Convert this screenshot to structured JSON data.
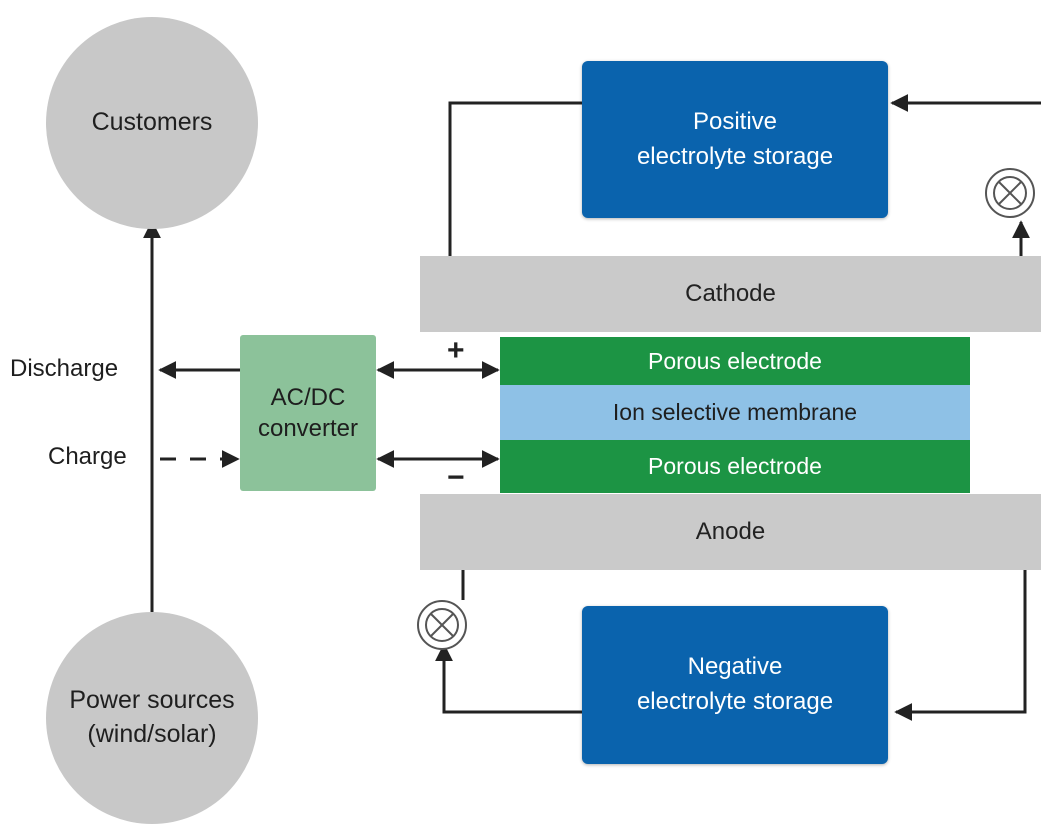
{
  "nodes": {
    "customers": "Customers",
    "power_sources": "Power sources\n(wind/solar)",
    "converter": "AC/DC\nconverter",
    "positive_storage": "Positive\nelectrolyte storage",
    "negative_storage": "Negative\nelectrolyte storage",
    "cathode": "Cathode",
    "anode": "Anode",
    "porous_electrode_top": "Porous electrode",
    "membrane": "Ion selective membrane",
    "porous_electrode_bottom": "Porous electrode"
  },
  "labels": {
    "discharge": "Discharge",
    "charge": "Charge",
    "plus": "+",
    "minus": "−"
  },
  "icons": [
    "pump-icon",
    "arrow-icon"
  ],
  "colors": {
    "storage_blue": "#0a63ad",
    "electrode_green": "#1c9444",
    "membrane_blue": "#8ec1e6",
    "converter_green": "#8cc29a",
    "gray": "#c8c8c8"
  }
}
